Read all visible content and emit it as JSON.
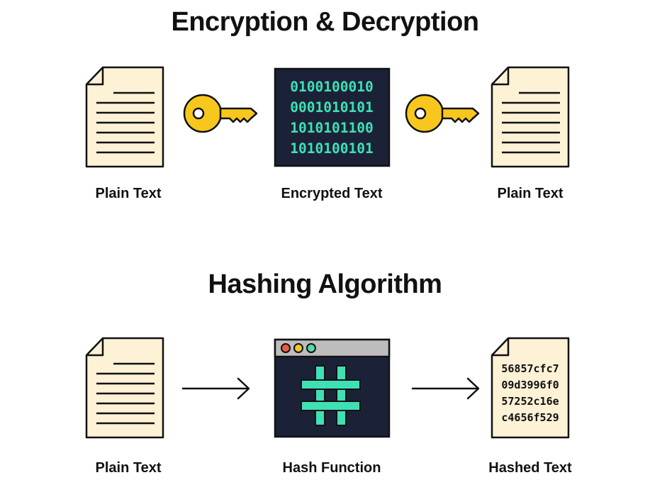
{
  "encryption": {
    "title": "Encryption & Decryption",
    "plain_label_left": "Plain Text",
    "encrypted_label": "Encrypted Text",
    "plain_label_right": "Plain Text",
    "binary_lines": [
      "0100100010",
      "0001010101",
      "1010101100",
      "1010100101"
    ]
  },
  "hashing": {
    "title": "Hashing Algorithm",
    "plain_label": "Plain Text",
    "function_label": "Hash Function",
    "hashed_label": "Hashed Text",
    "hash_lines": [
      "56857cfc7",
      "09d3996f0",
      "57252c16e",
      "c4656f529"
    ]
  },
  "colors": {
    "paper": "#fdf1d6",
    "outline": "#111111",
    "key": "#f7c71e",
    "screen": "#1b2238",
    "binary": "#3fe0b5",
    "hash_symbol": "#3fe0b5",
    "window_bar": "#bdbdbd",
    "dot_red": "#ec5a4a",
    "dot_yellow": "#f4c531",
    "dot_green": "#54d8b1"
  }
}
